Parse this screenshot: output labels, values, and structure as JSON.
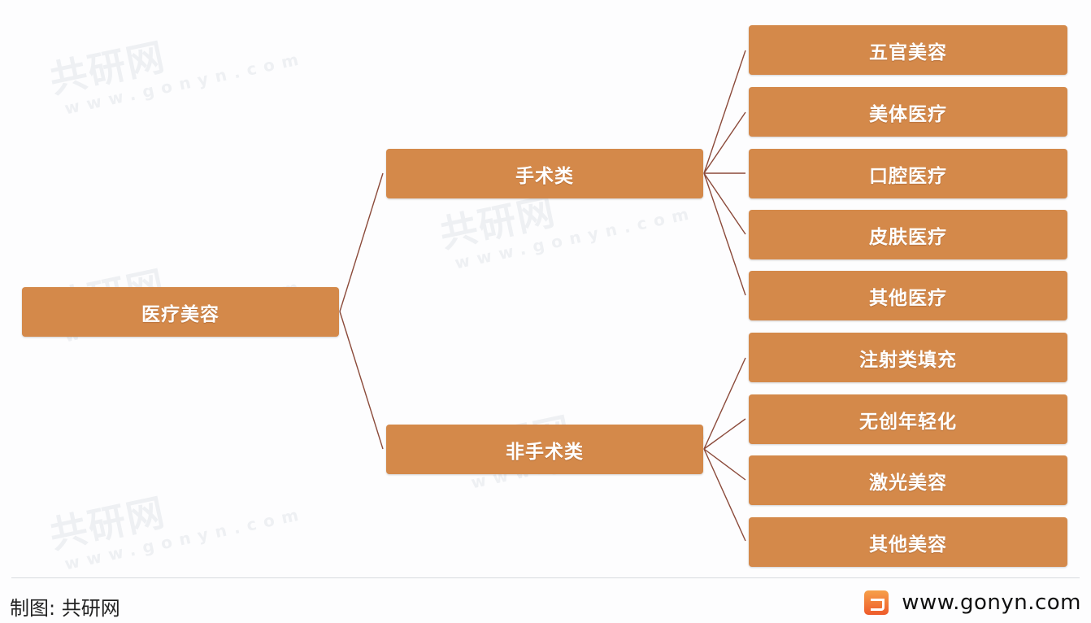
{
  "diagram": {
    "root": {
      "label": "医疗美容"
    },
    "branches": [
      {
        "label": "手术类",
        "children": [
          "五官美容",
          "美体医疗",
          "口腔医疗",
          "皮肤医疗",
          "其他医疗"
        ]
      },
      {
        "label": "非手术类",
        "children": [
          "注射类填充",
          "无创年轻化",
          "激光美容",
          "其他美容"
        ]
      }
    ],
    "colors": {
      "node_fill": "#d4894a",
      "node_text": "#ffffff",
      "connector": "#8b4a3a"
    }
  },
  "watermark": {
    "brand": "共研网",
    "url": "www.gonyn.com"
  },
  "footer": {
    "credit": "制图: 共研网",
    "url": "www.gonyn.com"
  }
}
